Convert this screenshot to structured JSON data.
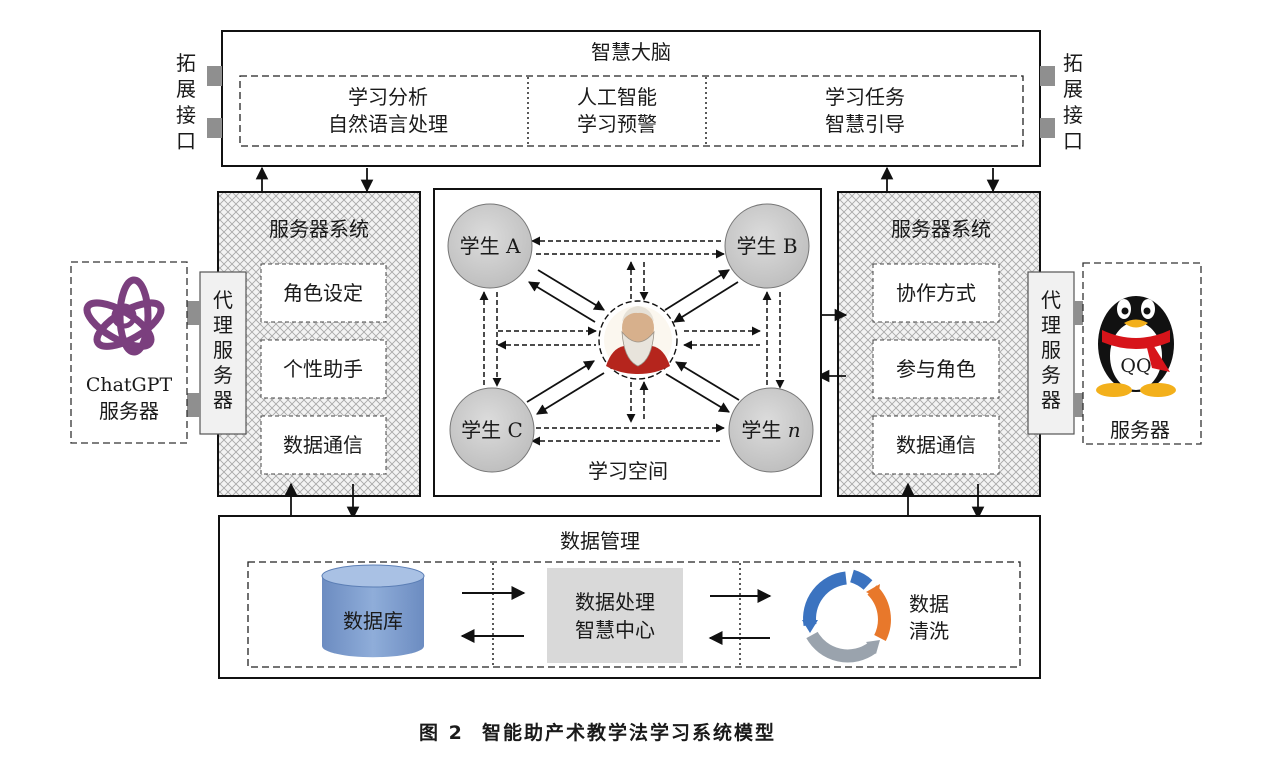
{
  "brain": {
    "title": "智慧大脑",
    "col1": [
      "学习分析",
      "自然语言处理"
    ],
    "col2": [
      "人工智能",
      "学习预警"
    ],
    "col3": [
      "学习任务",
      "智慧引导"
    ]
  },
  "ext_left": [
    "拓",
    "展",
    "接",
    "口"
  ],
  "ext_right": [
    "拓",
    "展",
    "接",
    "口"
  ],
  "server_left": {
    "title": "服务器系统",
    "items": [
      "角色设定",
      "个性助手",
      "数据通信"
    ],
    "proxy": [
      "代",
      "理",
      "服",
      "务",
      "器"
    ]
  },
  "server_right": {
    "title": "服务器系统",
    "items": [
      "协作方式",
      "参与角色",
      "数据通信"
    ],
    "proxy": [
      "代",
      "理",
      "服",
      "务",
      "器"
    ]
  },
  "chatgpt": {
    "line1": "ChatGPT",
    "line2": "服务器",
    "icon": "openai-logo-icon",
    "color": "#7b3f7e"
  },
  "qq": {
    "badge": "QQ",
    "label": "服务器",
    "icon": "qq-penguin-icon",
    "scarf_color": "#d7141a"
  },
  "learning_space": {
    "title": "学习空间",
    "student_a": "学生 A",
    "student_b": "学生 B",
    "student_c": "学生 C",
    "student_n_prefix": "学生 ",
    "student_n_var": "n",
    "center_icon": "teacher-portrait-icon"
  },
  "data_mgmt": {
    "title": "数据管理",
    "database": "数据库",
    "center": [
      "数据处理",
      "智慧中心"
    ],
    "clean": [
      "数据",
      "清洗"
    ],
    "db_color": "#7f9fcf",
    "center_bg": "#d9d9d9"
  },
  "caption": {
    "fig_no": "图 2",
    "text": "智能助产术教学法学习系统模型"
  }
}
